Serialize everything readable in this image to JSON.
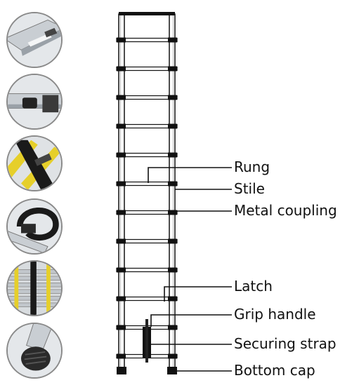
{
  "labels": {
    "rung": "Rung",
    "stile": "Stile",
    "metal_coupling": "Metal coupling",
    "latch": "Latch",
    "grip_handle": "Grip handle",
    "securing_strap": "Securing strap",
    "bottom_cap": "Bottom cap"
  },
  "thumbnails": [
    {
      "name": "stile-detail-thumbnail",
      "icon": "stile-closeup-icon"
    },
    {
      "name": "latch-detail-thumbnail",
      "icon": "latch-closeup-icon"
    },
    {
      "name": "strap-detail-thumbnail",
      "icon": "strap-closeup-icon"
    },
    {
      "name": "coupling-detail-thumbnail",
      "icon": "coupling-closeup-icon"
    },
    {
      "name": "collapsed-rungs-thumbnail",
      "icon": "collapsed-rungs-icon"
    },
    {
      "name": "bottom-cap-thumbnail",
      "icon": "bottom-cap-closeup-icon"
    }
  ],
  "colors": {
    "line": "#111111",
    "accent_yellow": "#e6cf2a",
    "metal": "#c9ced3"
  }
}
